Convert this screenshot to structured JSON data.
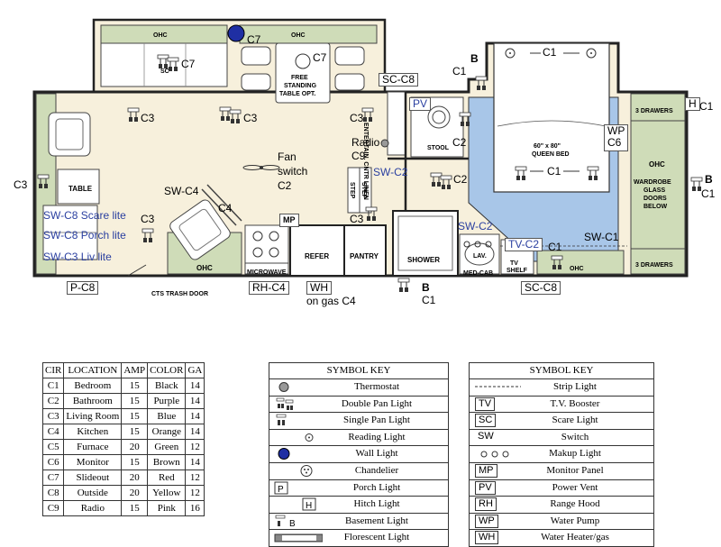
{
  "floor_plan": {
    "room_labels": {
      "ohc_top_left": "OHC",
      "ohc_top_right": "OHC",
      "free_standing": [
        "FREE",
        "STANDING",
        "TABLE OPT."
      ],
      "table": "TABLE",
      "ohc_bottom": "OHC",
      "microwave": "MICROWAVE",
      "refer": "REFER",
      "pantry": "PANTRY",
      "shower": "SHOWER",
      "lav": "LAV.",
      "med_cab": "MED-CAB",
      "tv_shelf": [
        "TV",
        "SHELF"
      ],
      "ohc_bed": "OHC",
      "stool": "STOOL",
      "entertain": "ENTERTAIN. CNTR LINEN",
      "step1": "STEP",
      "step2": "STEP",
      "queen_bed": [
        "60\" x 80\"",
        "QUEEN BED"
      ],
      "drawers_top": "3 DRAWERS",
      "drawers_bottom": "3 DRAWERS",
      "wardrobe": [
        "OHC",
        "WARDROBE",
        "GLASS",
        "DOORS",
        "BELOW"
      ],
      "trash_door": "CTS TRASH DOOR",
      "sc": "SC"
    },
    "annotations": {
      "c7_wall": "C7",
      "c7_left": "C7",
      "c7_right": "C7",
      "sc_c8_top": "SC-C8",
      "b_top": "B",
      "c1_top_left": "C1",
      "c1_bed_top": "C1",
      "h_box": "H",
      "c1_h": "C1",
      "c3_a": "C3",
      "c3_b": "C3",
      "c3_c": "C3",
      "pv": "PV",
      "c2_a": "C2",
      "radio": "Radio",
      "c9": "C9",
      "fan_switch": "Fan\nswitch\nC2",
      "sw_c2_a": "SW-C2",
      "c2_b": "C2",
      "c1_bed": "C1",
      "wp": "WP",
      "c6": "C6",
      "c3_left": "C3",
      "b_right": "B",
      "c1_right": "C1",
      "sw_c4": "SW-C4",
      "c4": "C4",
      "mp": "MP",
      "c3_d": "C3",
      "c3_e": "C3",
      "sw_c8_scare": "SW-C8 Scare lite",
      "sw_c8_porch": "SW-C8 Porch lite",
      "sw_c3_liv": "SW-C3 Liv lite",
      "sw_c2_b": "SW-C2",
      "tv_c2": "TV-C2",
      "c1_bottom_right": "C1",
      "sw_c1": "SW-C1",
      "p_c8": "P-C8",
      "rh_c4": "RH-C4",
      "wh": "WH",
      "on_gas": "on gas C4",
      "b_bottom": "B",
      "c1_bottom": "C1",
      "sc_c8_bottom": "SC-C8"
    }
  },
  "circuit_table": {
    "headers": [
      "CIR",
      "LOCATION",
      "AMP",
      "COLOR",
      "GA"
    ],
    "rows": [
      [
        "C1",
        "Bedroom",
        "15",
        "Black",
        "14"
      ],
      [
        "C2",
        "Bathroom",
        "15",
        "Purple",
        "14"
      ],
      [
        "C3",
        "Living Room",
        "15",
        "Blue",
        "14"
      ],
      [
        "C4",
        "Kitchen",
        "15",
        "Orange",
        "14"
      ],
      [
        "C5",
        "Furnace",
        "20",
        "Green",
        "12"
      ],
      [
        "C6",
        "Monitor",
        "15",
        "Brown",
        "14"
      ],
      [
        "C7",
        "Slideout",
        "20",
        "Red",
        "12"
      ],
      [
        "C8",
        "Outside",
        "20",
        "Yellow",
        "12"
      ],
      [
        "C9",
        "Radio",
        "15",
        "Pink",
        "16"
      ]
    ]
  },
  "symbol_key_1": {
    "title": "SYMBOL KEY",
    "items": [
      {
        "label": "Thermostat",
        "symbol": "thermostat-icon"
      },
      {
        "label": "Double Pan Light",
        "symbol": "double-pan-light-icon"
      },
      {
        "label": "Single Pan Light",
        "symbol": "single-pan-light-icon"
      },
      {
        "label": "Reading Light",
        "symbol": "reading-light-icon"
      },
      {
        "label": "Wall Light",
        "symbol": "wall-light-icon"
      },
      {
        "label": "Chandelier",
        "symbol": "chandelier-icon"
      },
      {
        "label": "Porch Light",
        "symbol": "porch-light-icon",
        "code": "P"
      },
      {
        "label": "Hitch Light",
        "symbol": "hitch-light-icon",
        "code": "H"
      },
      {
        "label": "Basement Light",
        "symbol": "basement-light-icon",
        "code": "B"
      },
      {
        "label": "Florescent Light",
        "symbol": "florescent-light-icon"
      }
    ]
  },
  "symbol_key_2": {
    "title": "SYMBOL KEY",
    "items": [
      {
        "code": "",
        "label": "Strip Light",
        "symbol": "strip-light-icon"
      },
      {
        "code": "TV",
        "label": "T.V. Booster"
      },
      {
        "code": "SC",
        "label": "Scare Light"
      },
      {
        "code": "SW",
        "label": "Switch"
      },
      {
        "code": "",
        "label": "Makup Light",
        "symbol": "makeup-light-icon"
      },
      {
        "code": "MP",
        "label": "Monitor Panel"
      },
      {
        "code": "PV",
        "label": "Power Vent"
      },
      {
        "code": "RH",
        "label": "Range Hood"
      },
      {
        "code": "WP",
        "label": "Water Pump"
      },
      {
        "code": "WH",
        "label": "Water Heater/gas"
      }
    ]
  },
  "colors": {
    "floor": "#f7f0dc",
    "bedroom_blue": "#a8c6e8",
    "cabinet_green": "#cfdcb8",
    "wall": "#222222",
    "wall_light": "#1f2fa3",
    "annotation_blue": "#2a3fa0"
  }
}
